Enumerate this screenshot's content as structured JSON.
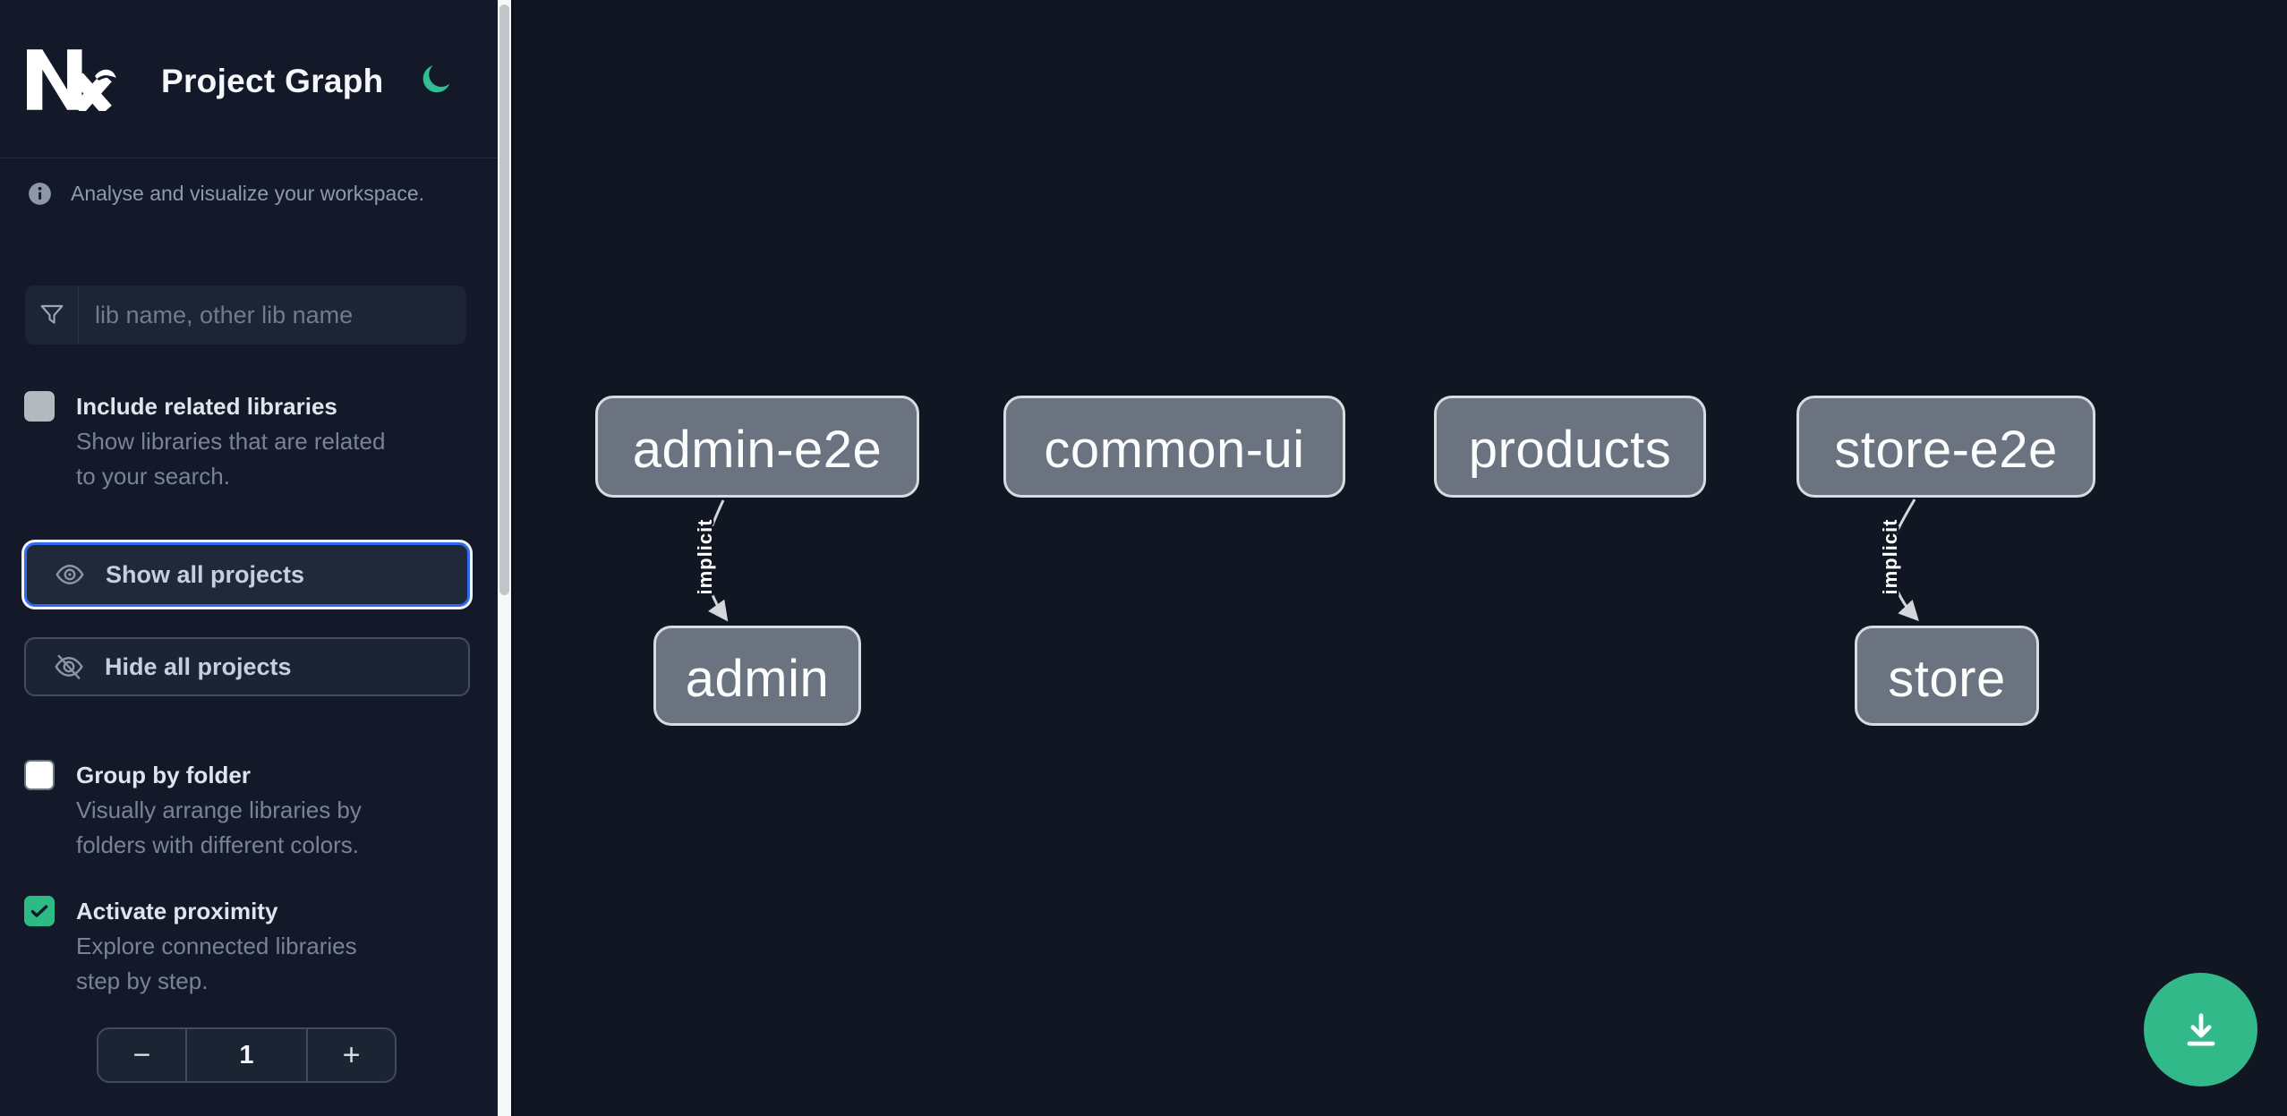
{
  "app": {
    "title": "Project Graph",
    "logo": "Nx",
    "theme_icon": "moon-icon"
  },
  "colors": {
    "accent_green": "#32b98a",
    "focus_blue": "#2f6bec",
    "node_fill": "#6b7280",
    "node_border": "#d8dbdf",
    "canvas_bg": "#111623",
    "sidebar_bg": "#131928"
  },
  "sidebar": {
    "info_text": "Analyse and visualize your workspace.",
    "search": {
      "icon": "filter-funnel-icon",
      "placeholder": "lib name, other lib name",
      "value": ""
    },
    "options": [
      {
        "label": "Include related libraries",
        "description": "Show libraries that are related to your search.",
        "checked": false
      },
      {
        "label": "Group by folder",
        "description": "Visually arrange libraries by folders with different colors.",
        "checked": false
      },
      {
        "label": "Activate proximity",
        "description": "Explore connected libraries step by step.",
        "checked": true
      }
    ],
    "actions": [
      {
        "label": "Show all projects",
        "icon": "eye-icon",
        "focused": true
      },
      {
        "label": "Hide all projects",
        "icon": "eye-slash-icon",
        "focused": false
      }
    ],
    "stepper": {
      "decrement_label": "−",
      "value": "1",
      "increment_label": "+"
    }
  },
  "graph": {
    "nodes": [
      {
        "label": "admin-e2e"
      },
      {
        "label": "common-ui"
      },
      {
        "label": "products"
      },
      {
        "label": "store-e2e"
      },
      {
        "label": "admin"
      },
      {
        "label": "store"
      }
    ],
    "edges": [
      {
        "source": "admin-e2e",
        "target": "admin",
        "label": "implicit"
      },
      {
        "source": "store-e2e",
        "target": "store",
        "label": "implicit"
      }
    ]
  },
  "fab": {
    "icon": "download-icon"
  }
}
